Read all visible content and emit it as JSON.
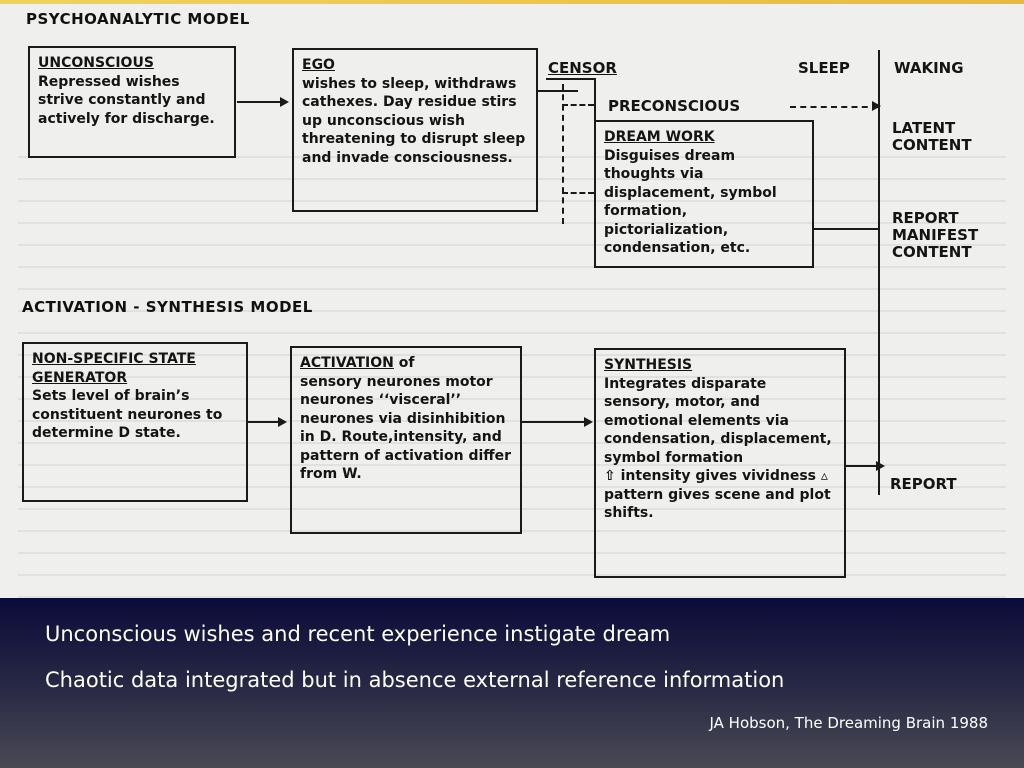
{
  "psychoanalytic": {
    "title": "PSYCHOANALYTIC MODEL",
    "unconscious": {
      "heading": "UNCONSCIOUS",
      "body": "Repressed wishes strive constantly and actively for discharge."
    },
    "ego": {
      "heading": "EGO",
      "body": "wishes to sleep, withdraws cathexes. Day residue stirs up unconscious wish threatening to disrupt sleep and invade consciousness."
    },
    "censor": "CENSOR",
    "sleep": "SLEEP",
    "waking": "WAKING",
    "preconscious": "PRECONSCIOUS",
    "dream_work": {
      "heading": "DREAM WORK",
      "body": "Disguises dream thoughts via displacement, symbol formation, pictorialization, condensation, etc."
    },
    "latent_content": "LATENT CONTENT",
    "report_manifest": "REPORT MANIFEST CONTENT"
  },
  "activation_synthesis": {
    "title": "ACTIVATION - SYNTHESIS MODEL",
    "generator": {
      "heading": "NON-SPECIFIC STATE GENERATOR",
      "body": "Sets level of brain’s constituent neurones to determine D state."
    },
    "activation": {
      "heading": "ACTIVATION",
      "heading_suffix": " of",
      "body": "sensory neurones motor neurones ‘‘visceral’’ neurones via disinhibition in D. Route,intensity, and pattern of activation differ from W."
    },
    "synthesis": {
      "heading": "SYNTHESIS",
      "body": "Integrates disparate sensory, motor, and emotional elements via condensation, displacement, symbol formation",
      "body2": "⇧ intensity gives vividness ▵ pattern gives scene and plot shifts."
    },
    "report": "REPORT"
  },
  "caption": {
    "line1": "Unconscious wishes and recent experience instigate dream",
    "line2": "Chaotic data integrated but in absence external reference information",
    "citation": "JA Hobson, The Dreaming Brain 1988"
  },
  "colors": {
    "footer_top": "#0b0b3a",
    "footer_bottom": "#4a4a55",
    "scan_bg": "#efefed"
  }
}
